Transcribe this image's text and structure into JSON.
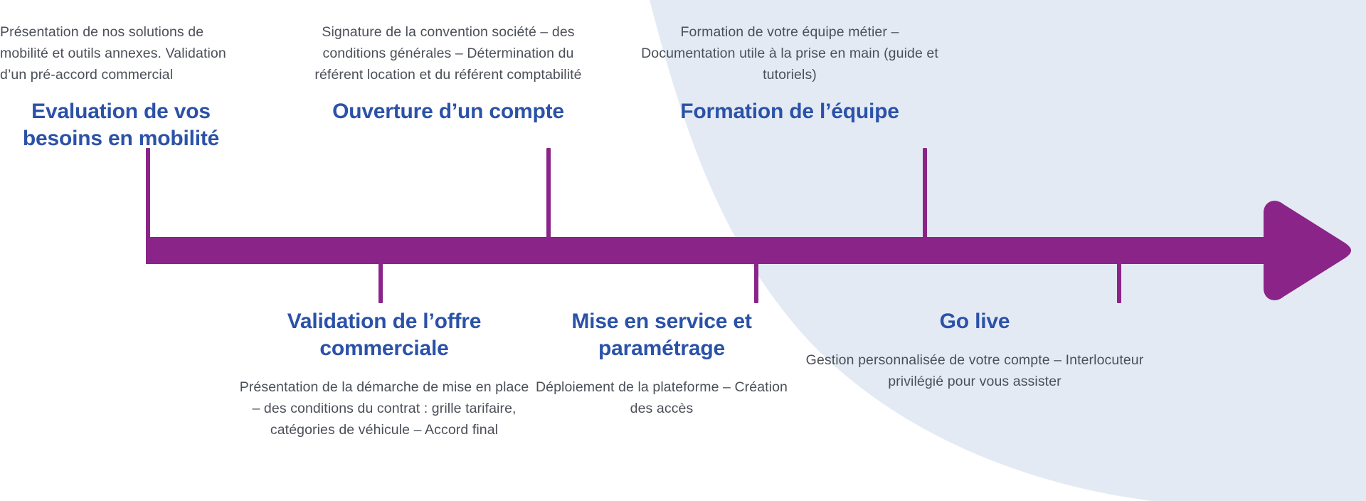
{
  "theme": {
    "accent_purple": "#8B2489",
    "title_blue": "#2B52A8",
    "body_gray": "#4b4f58",
    "backdrop_blue": "#E4EAF4",
    "page_background": "#FFFFFF"
  },
  "timeline": {
    "orientation": "horizontal",
    "direction": "left-to-right",
    "milestones": [
      {
        "index": 1,
        "position": "above",
        "title": "Evaluation de vos besoins en mobilité",
        "description": "Présentation de nos solutions de mobilité et outils annexes. Validation d’un pré-accord commercial"
      },
      {
        "index": 2,
        "position": "below",
        "title": "Validation de l’offre commerciale",
        "description": "Présentation de la démarche de mise en place – des conditions du contrat : grille tarifaire, catégories de véhicule – Accord final"
      },
      {
        "index": 3,
        "position": "above",
        "title": "Ouverture d’un compte",
        "description": "Signature de la convention société – des conditions générales – Détermination du référent location et du référent comptabilité"
      },
      {
        "index": 4,
        "position": "below",
        "title": "Mise en service et paramétrage",
        "description": "Déploiement de la plateforme – Création des accès"
      },
      {
        "index": 5,
        "position": "above",
        "title": "Formation de l’équipe",
        "description": "Formation de votre équipe métier – Documentation utile à la prise en main (guide et tutoriels)"
      },
      {
        "index": 6,
        "position": "below",
        "title": "Go live",
        "description": "Gestion personnalisée de votre compte – Interlocuteur privilégié pour vous assister"
      }
    ]
  }
}
